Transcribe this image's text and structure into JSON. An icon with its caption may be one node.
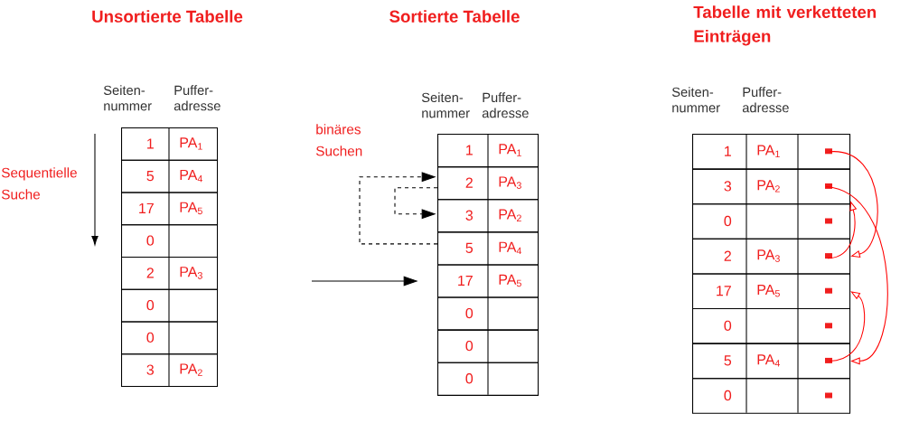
{
  "diagram": {
    "nodes": [
      {
        "text": [
          "1",
          "PA$_{1}$"
        ]
      },
      {
        "text": [
          "5",
          "PA$_{4}$"
        ]
      },
      {
        "text": [
          "17",
          "PA$_{5}$"
        ]
      },
      {
        "text": [
          "0"
        ]
      },
      {
        "text": [
          "2",
          "PA$_{3}$"
        ]
      },
      {
        "text": [
          "0"
        ]
      },
      {
        "text": [
          "0"
        ]
      },
      {
        "text": [
          "3",
          "PA$_{2}$"
        ]
      },
      {
        "text": [
          "1",
          "PA$_{1}$"
        ]
      },
      {
        "text": [
          "2",
          "PA$_{3}$"
        ]
      },
      {
        "text": [
          "3",
          "PA$_{2}$"
        ]
      },
      {
        "text": [
          "5",
          "PA$_{4}$"
        ]
      },
      {
        "text": [
          "17",
          "PA$_{5}$"
        ]
      },
      {
        "text": [
          "0"
        ]
      },
      {
        "text": [
          "0"
        ]
      },
      {
        "text": [
          "0"
        ]
      },
      {
        "text": [
          "1",
          "PA$_{1}$"
        ]
      },
      {
        "text": [
          "3",
          "PA$_{2}$"
        ]
      },
      {
        "text": [
          "0"
        ]
      },
      {
        "text": [
          "2",
          "PA$_{3}$"
        ]
      },
      {
        "text": [
          "17",
          "PA$_{5}$"
        ]
      },
      {
        "text": [
          "0"
        ]
      },
      {
        "text": [
          "5",
          "PA$_{4}$"
        ]
      },
      {
        "text": [
          "0"
        ]
      }
    ],
    "edges": [
      {
        "from": 11,
        "to": 9,
        "arrow": "to",
        "style": "dashed",
        "color": "#000000"
      },
      {
        "from": 9,
        "to": 10,
        "arrow": "to",
        "style": "dashed",
        "color": "#000000"
      },
      {
        "from": null,
        "to": 12,
        "arrow": "to",
        "color": "#000000"
      },
      {
        "from": 16,
        "to": 19,
        "arrow": "to",
        "color": "#ff0000"
      },
      {
        "from": 19,
        "to": 17,
        "arrow": "to",
        "color": "#ff0000"
      },
      {
        "from": 17,
        "to": 22,
        "arrow": "to",
        "color": "#ff0000"
      },
      {
        "from": 22,
        "to": 20,
        "arrow": "to",
        "color": "#ff0000"
      }
    ],
    "labels": [
      "Unsortierte Tabelle",
      "Sortierte Tabelle",
      "Tabelle mit verketteten Einträgen",
      "Seiten- nummer",
      "Puffer- adresse",
      "Seiten- nummer",
      "Puffer- adresse",
      "Seiten- nummer",
      "Puffer- adresse",
      "Sequentielle Suche",
      "binäres Suchen"
    ]
  }
}
